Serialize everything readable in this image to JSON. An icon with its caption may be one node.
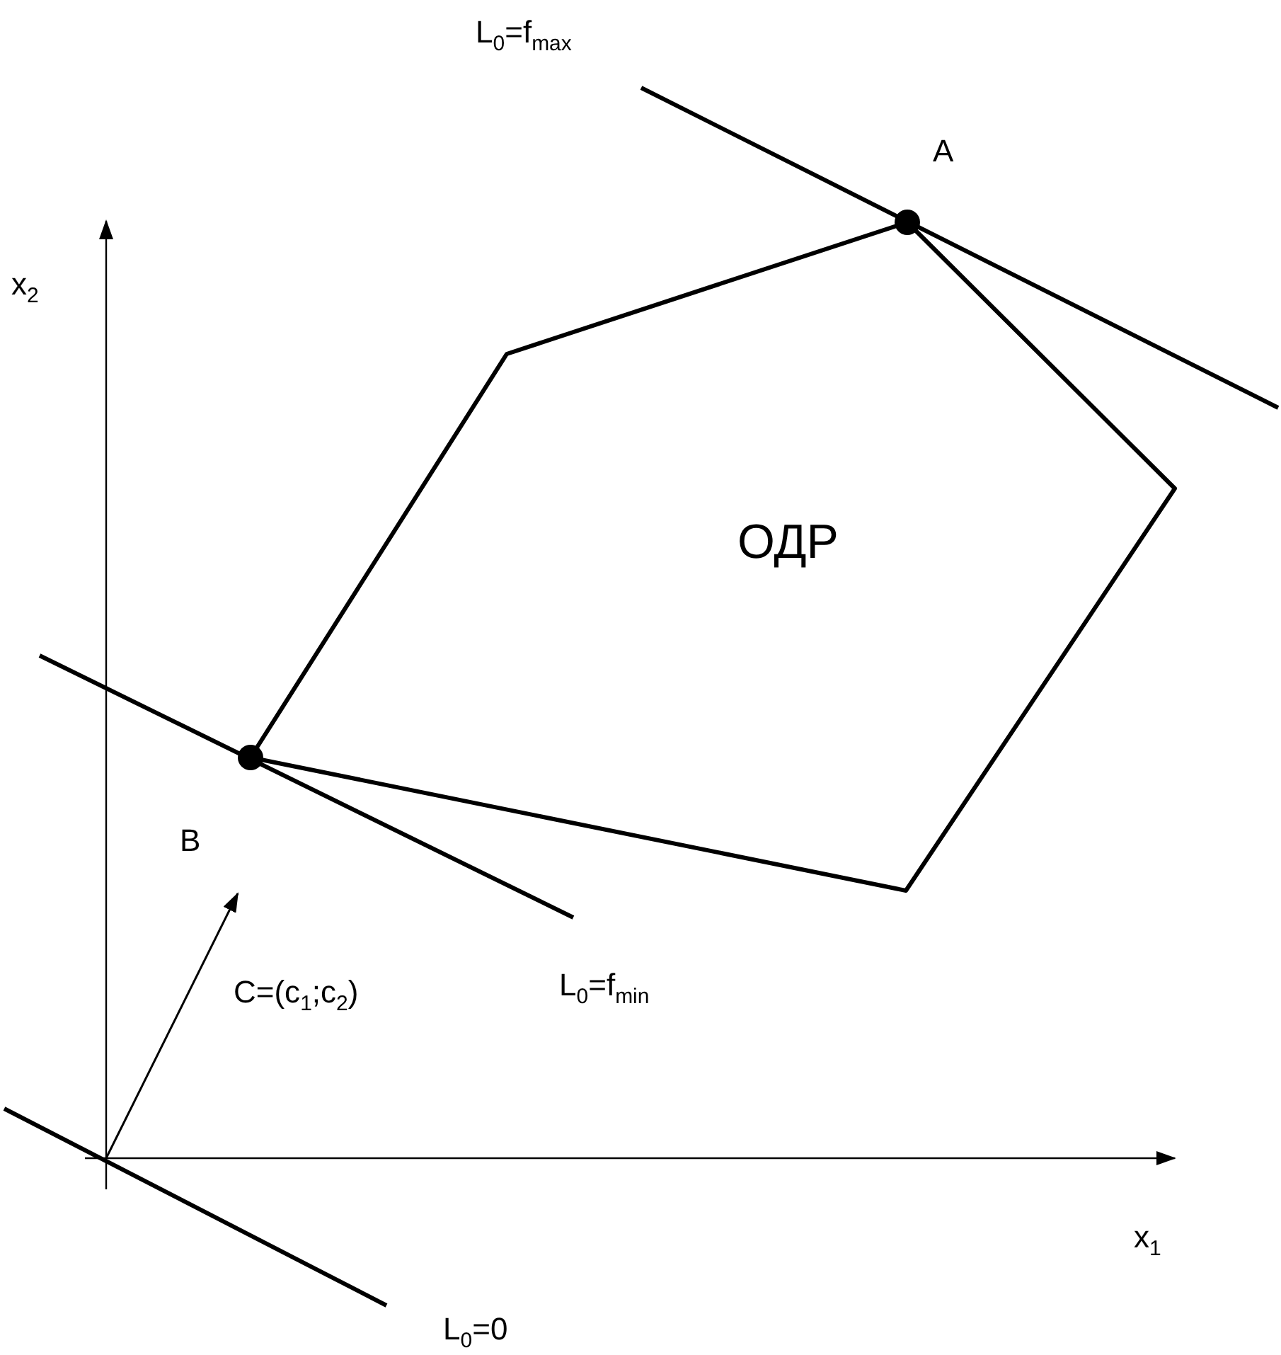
{
  "diagram": {
    "nodes": [
      {
        "text": [
          "ОДР"
        ]
      }
    ],
    "labels": [
      "L$_{0}$=f$_{max}$",
      "A",
      "x$_{2}$",
      "B",
      "C=(c$_{1}$;c$_{2}$)",
      "L$_{0}$=f$_{min}$",
      "x$_{1}$",
      "L$_{0}$=0"
    ]
  }
}
